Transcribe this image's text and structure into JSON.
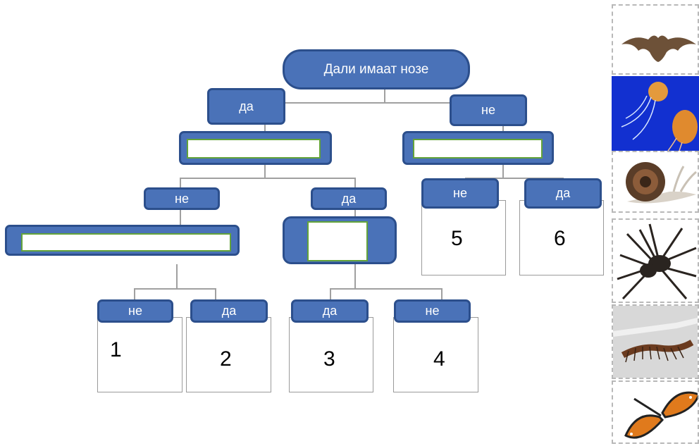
{
  "header": {
    "scrap_text": ""
  },
  "tree": {
    "root": "Дали имаат нозе",
    "yes_left": "да",
    "no_right": "не",
    "left_branch": {
      "no": "не",
      "yes": "да"
    },
    "right_branch": {
      "no": "не",
      "yes": "да"
    },
    "leaf_labels": {
      "l1": "не",
      "l2": "да",
      "l3": "да",
      "l4": "не"
    },
    "leaf_numbers": {
      "n1": "1",
      "n2": "2",
      "n3": "3",
      "n4": "4",
      "n5": "5",
      "n6": "6"
    }
  },
  "animals": [
    {
      "icon": "bat-icon"
    },
    {
      "icon": "jellyfish-icon"
    },
    {
      "icon": "snail-icon"
    },
    {
      "icon": "spider-icon"
    },
    {
      "icon": "centipede-icon"
    },
    {
      "icon": "butterfly-icon"
    }
  ]
}
